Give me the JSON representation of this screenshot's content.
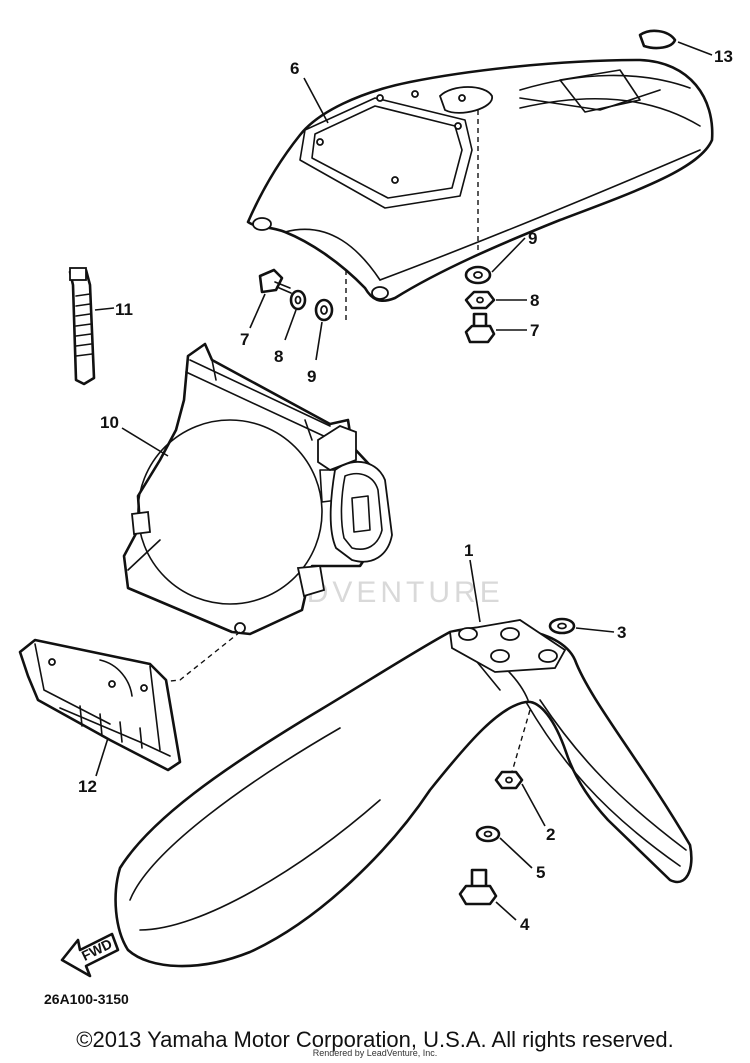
{
  "diagram": {
    "callouts": {
      "rear_fender": "6",
      "emblem": "13",
      "cable_band": "11",
      "bolt_left": "7",
      "washer_left": "8",
      "collar_left": "9",
      "collar_right": "9",
      "washer_right": "8",
      "bolt_right": "7",
      "shroud": "10",
      "front_fender": "1",
      "collar_front": "3",
      "guard": "12",
      "nut": "2",
      "washer_front": "5",
      "bolt_front": "4"
    },
    "fwd_label": "FWD",
    "ref_code": "26A100-3150",
    "watermark": "LEADVENTURE"
  },
  "footer": {
    "copyright": "©2013 Yamaha Motor Corporation, U.S.A. All rights reserved.",
    "rendered_by": "Rendered by LeadVenture, Inc."
  }
}
